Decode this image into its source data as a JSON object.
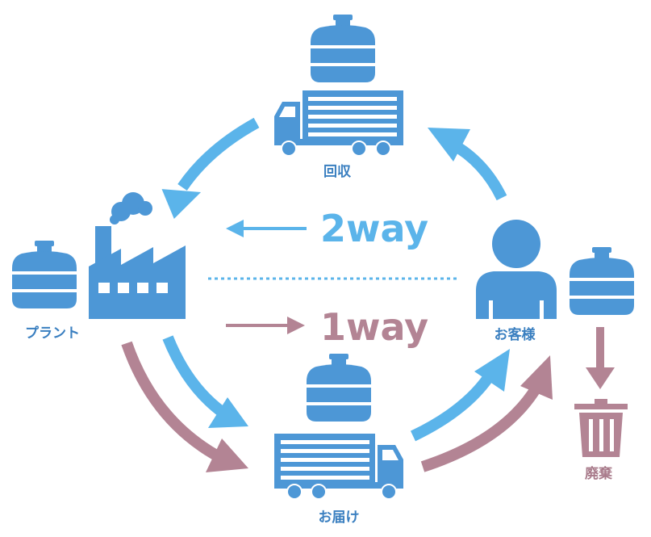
{
  "labels": {
    "plant": "プラント",
    "collect": "回収",
    "deliver": "お届け",
    "customer": "お客様",
    "dispose": "廃棄"
  },
  "flows": {
    "two_way": "2way",
    "one_way": "1way"
  },
  "colors": {
    "icon_blue": "#4d97d6",
    "arrow_blue": "#5bb4ea",
    "arrow_mauve": "#b38494",
    "text_blue": "#3a7fc0",
    "text_mauve": "#a87a8a"
  },
  "icons": [
    "water-bottle-icon",
    "truck-icon",
    "factory-icon",
    "person-icon",
    "trash-can-icon",
    "arrow-icon"
  ]
}
